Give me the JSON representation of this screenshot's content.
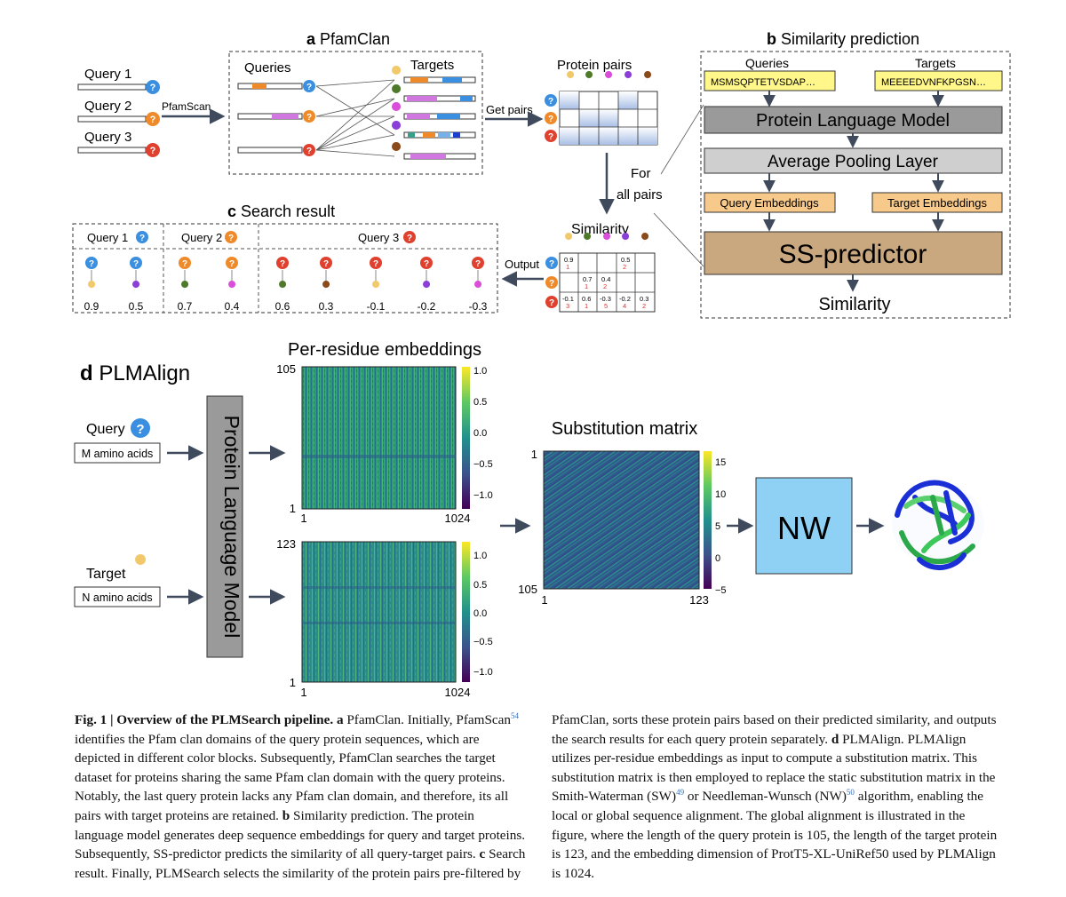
{
  "panel_a": {
    "title_letter": "a",
    "title": "PfamClan",
    "queries_header": "Queries",
    "targets_header": "Targets",
    "query_labels": [
      "Query 1",
      "Query 2",
      "Query 3"
    ],
    "arrow_label": "PfamScan",
    "get_pairs_label": "Get pairs",
    "protein_pairs_label": "Protein pairs",
    "for_all_pairs": [
      "For",
      "all pairs"
    ]
  },
  "panel_b": {
    "title_letter": "b",
    "title": "Similarity prediction",
    "queries_header": "Queries",
    "targets_header": "Targets",
    "query_seq": "MSMSQPTETVSDAP…",
    "target_seq": "MEEEEDVNFKPGSN…",
    "plm": "Protein Language Model",
    "pooling": "Average Pooling Layer",
    "query_emb": "Query Embeddings",
    "target_emb": "Target Embeddings",
    "predictor": "SS-predictor",
    "output": "Similarity"
  },
  "panel_c": {
    "title_letter": "c",
    "title": "Search result",
    "groups": [
      {
        "label": "Query 1",
        "values": [
          "0.9",
          "0.5"
        ]
      },
      {
        "label": "Query 2",
        "values": [
          "0.7",
          "0.4"
        ]
      },
      {
        "label": "Query 3",
        "values": [
          "0.6",
          "0.3",
          "-0.1",
          "-0.2",
          "-0.3"
        ]
      }
    ],
    "similarity_label": "Similarity",
    "output_label": "Output",
    "matrix_row1": [
      {
        "v": "0.9",
        "r": "1"
      },
      {
        "v": "",
        "r": ""
      },
      {
        "v": "",
        "r": ""
      },
      {
        "v": "0.5",
        "r": "2"
      },
      {
        "v": "",
        "r": ""
      }
    ],
    "matrix_row2": [
      {
        "v": "",
        "r": ""
      },
      {
        "v": "0.7",
        "r": "1"
      },
      {
        "v": "0.4",
        "r": "2"
      },
      {
        "v": "",
        "r": ""
      },
      {
        "v": "",
        "r": ""
      }
    ],
    "matrix_row3": [
      {
        "v": "-0.1",
        "r": "3"
      },
      {
        "v": "0.6",
        "r": "1"
      },
      {
        "v": "-0.3",
        "r": "5"
      },
      {
        "v": "-0.2",
        "r": "4"
      },
      {
        "v": "0.3",
        "r": "2"
      }
    ]
  },
  "panel_d": {
    "title_letter": "d",
    "title": "PLMAlign",
    "query_label": "Query",
    "query_box": "M amino acids",
    "target_label": "Target",
    "target_box": "N amino acids",
    "plm_vertical": "Protein Language Model",
    "per_residue_title": "Per-residue embeddings",
    "substitution_title": "Substitution matrix",
    "nw_label": "NW",
    "heatmap1": {
      "y_top": "105",
      "y_bottom": "1",
      "x_left": "1",
      "x_right": "1024",
      "colorbar_ticks": [
        "1.0",
        "0.5",
        "0.0",
        "−0.5",
        "−1.0"
      ]
    },
    "heatmap2": {
      "y_top": "123",
      "y_bottom": "1",
      "x_left": "1",
      "x_right": "1024",
      "colorbar_ticks": [
        "1.0",
        "0.5",
        "0.0",
        "−0.5",
        "−1.0"
      ]
    },
    "heatmap3": {
      "y_top": "1",
      "y_bottom": "105",
      "x_left": "1",
      "x_right": "123",
      "colorbar_ticks": [
        "15",
        "10",
        "5",
        "0",
        "−5"
      ]
    }
  },
  "caption": {
    "fig_label": "Fig. 1 | Overview of the PLMSearch pipeline.",
    "left": [
      {
        "t": " ",
        "b": false
      },
      {
        "t": "a",
        "b": true
      },
      {
        "t": " PfamClan. Initially, PfamScan",
        "b": false
      }
    ],
    "ref54": "54",
    "left_rest": " identifies the Pfam clan domains of the query protein sequences, which are depicted in different color blocks. Subsequently, PfamClan searches the target dataset for proteins sharing the same Pfam clan domain with the query proteins. Notably, the last query protein lacks any Pfam clan domain, and therefore, its all pairs with target proteins are retained. ",
    "b_letter": "b",
    "b_text": " Similarity prediction. The protein language model generates deep sequence embeddings for query and target proteins. Subsequently, SS-predictor predicts the similarity of all query-target pairs. ",
    "c_letter": "c",
    "c_text": " Search result. Finally, PLMSearch selects the similarity of the protein pairs pre-filtered by",
    "right_start": "PfamClan, sorts these protein pairs based on their predicted similarity, and outputs the search results for each query protein separately. ",
    "d_letter": "d",
    "d_text": " PLMAlign. PLMAlign utilizes per-residue embeddings as input to compute a substitution matrix. This substitution matrix is then employed to replace the static substitution matrix in the Smith-Waterman (SW)",
    "ref49": "49",
    "d_text2": " or Needleman-Wunsch (NW)",
    "ref50": "50",
    "d_text3": " algorithm, enabling the local or global sequence alignment. The global alignment is illustrated in the figure, where the length of the query protein is 105, the length of the target protein is 123, and the embedding dimension of ProtT5-XL-UniRef50 used by PLMAlign is 1024."
  },
  "colors": {
    "query1": "#3a8fe0",
    "query2": "#ef8a2a",
    "query3": "#e0402e",
    "pin_yellow": "#f2c96a",
    "pin_green": "#4f7a2a",
    "pin_magenta": "#d94fd9",
    "pin_purple": "#8a3fd8",
    "pin_brown": "#8b4a1a",
    "seq_box": "#fff78a",
    "gray_box": "#9a9a9a",
    "emb_box": "#f7c98a",
    "predictor_box": "#c9a77f",
    "nw_box": "#8ed1f5"
  }
}
